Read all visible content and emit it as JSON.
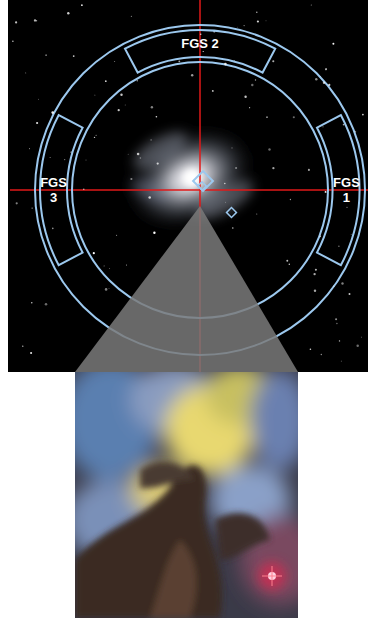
{
  "diagram": {
    "nodes": [
      {
        "text": [
          "FGS 2"
        ]
      },
      {
        "text": [
          "FGS 3"
        ]
      },
      {
        "text": [
          "FGS 1"
        ]
      }
    ]
  }
}
